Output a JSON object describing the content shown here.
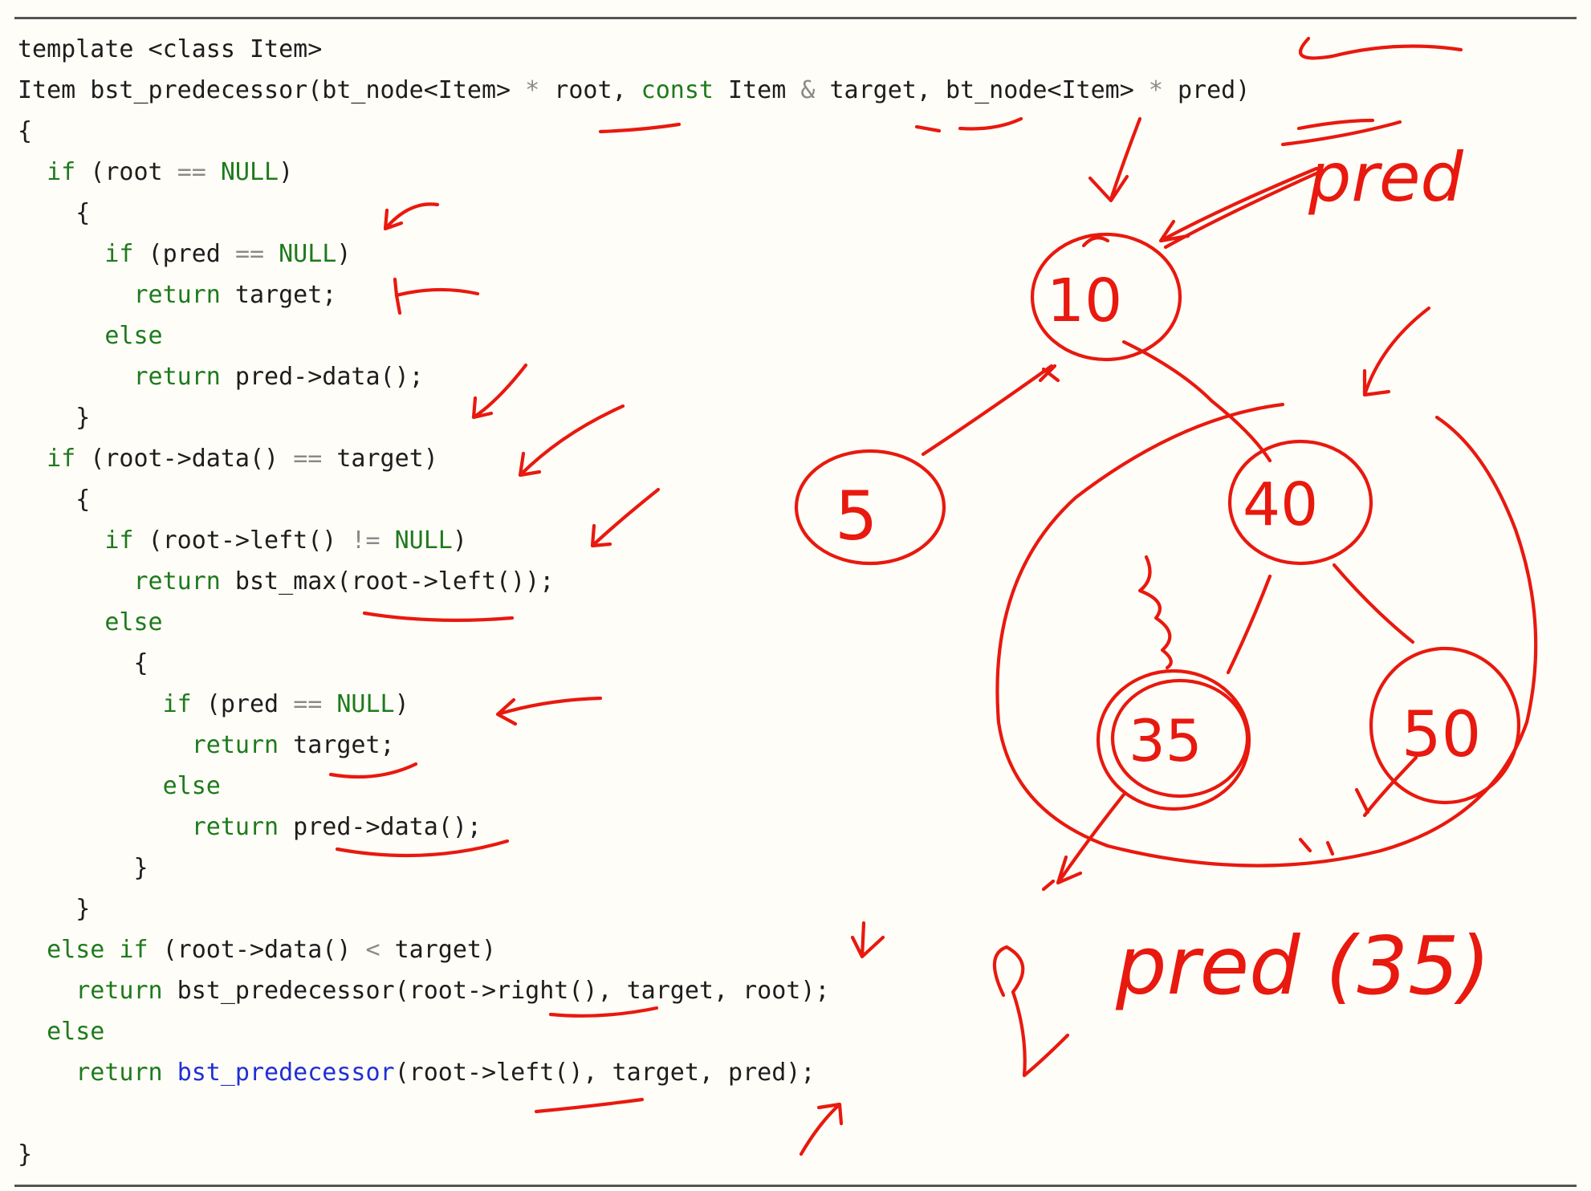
{
  "code_lines": [
    [
      {
        "t": "template <class Item>",
        "c": "tx"
      }
    ],
    [
      {
        "t": "Item bst_predecessor(bt_node<Item> ",
        "c": "tx"
      },
      {
        "t": "*",
        "c": "op"
      },
      {
        "t": " root, ",
        "c": "tx"
      },
      {
        "t": "const",
        "c": "kw"
      },
      {
        "t": " Item ",
        "c": "tx"
      },
      {
        "t": "&",
        "c": "op"
      },
      {
        "t": " target, bt_node<Item> ",
        "c": "tx"
      },
      {
        "t": "*",
        "c": "op"
      },
      {
        "t": " pred)",
        "c": "tx"
      }
    ],
    [
      {
        "t": "{",
        "c": "tx"
      }
    ],
    [
      {
        "t": "  ",
        "c": "tx"
      },
      {
        "t": "if",
        "c": "kw"
      },
      {
        "t": " (root ",
        "c": "tx"
      },
      {
        "t": "==",
        "c": "op"
      },
      {
        "t": " ",
        "c": "tx"
      },
      {
        "t": "NULL",
        "c": "kw"
      },
      {
        "t": ")",
        "c": "tx"
      }
    ],
    [
      {
        "t": "    {",
        "c": "tx"
      }
    ],
    [
      {
        "t": "      ",
        "c": "tx"
      },
      {
        "t": "if",
        "c": "kw"
      },
      {
        "t": " (pred ",
        "c": "tx"
      },
      {
        "t": "==",
        "c": "op"
      },
      {
        "t": " ",
        "c": "tx"
      },
      {
        "t": "NULL",
        "c": "kw"
      },
      {
        "t": ")",
        "c": "tx"
      }
    ],
    [
      {
        "t": "        ",
        "c": "tx"
      },
      {
        "t": "return",
        "c": "kw"
      },
      {
        "t": " target;",
        "c": "tx"
      }
    ],
    [
      {
        "t": "      ",
        "c": "tx"
      },
      {
        "t": "else",
        "c": "kw"
      }
    ],
    [
      {
        "t": "        ",
        "c": "tx"
      },
      {
        "t": "return",
        "c": "kw"
      },
      {
        "t": " pred->data();",
        "c": "tx"
      }
    ],
    [
      {
        "t": "    }",
        "c": "tx"
      }
    ],
    [
      {
        "t": "  ",
        "c": "tx"
      },
      {
        "t": "if",
        "c": "kw"
      },
      {
        "t": " (root->data() ",
        "c": "tx"
      },
      {
        "t": "==",
        "c": "op"
      },
      {
        "t": " target)",
        "c": "tx"
      }
    ],
    [
      {
        "t": "    {",
        "c": "tx"
      }
    ],
    [
      {
        "t": "      ",
        "c": "tx"
      },
      {
        "t": "if",
        "c": "kw"
      },
      {
        "t": " (root->left() ",
        "c": "tx"
      },
      {
        "t": "!=",
        "c": "op"
      },
      {
        "t": " ",
        "c": "tx"
      },
      {
        "t": "NULL",
        "c": "kw"
      },
      {
        "t": ")",
        "c": "tx"
      }
    ],
    [
      {
        "t": "        ",
        "c": "tx"
      },
      {
        "t": "return",
        "c": "kw"
      },
      {
        "t": " bst_max(root->left());",
        "c": "tx"
      }
    ],
    [
      {
        "t": "      ",
        "c": "tx"
      },
      {
        "t": "else",
        "c": "kw"
      }
    ],
    [
      {
        "t": "        {",
        "c": "tx"
      }
    ],
    [
      {
        "t": "          ",
        "c": "tx"
      },
      {
        "t": "if",
        "c": "kw"
      },
      {
        "t": " (pred ",
        "c": "tx"
      },
      {
        "t": "==",
        "c": "op"
      },
      {
        "t": " ",
        "c": "tx"
      },
      {
        "t": "NULL",
        "c": "kw"
      },
      {
        "t": ")",
        "c": "tx"
      }
    ],
    [
      {
        "t": "            ",
        "c": "tx"
      },
      {
        "t": "return",
        "c": "kw"
      },
      {
        "t": " target;",
        "c": "tx"
      }
    ],
    [
      {
        "t": "          ",
        "c": "tx"
      },
      {
        "t": "else",
        "c": "kw"
      }
    ],
    [
      {
        "t": "            ",
        "c": "tx"
      },
      {
        "t": "return",
        "c": "kw"
      },
      {
        "t": " pred->data();",
        "c": "tx"
      }
    ],
    [
      {
        "t": "        }",
        "c": "tx"
      }
    ],
    [
      {
        "t": "    }",
        "c": "tx"
      }
    ],
    [
      {
        "t": "  ",
        "c": "tx"
      },
      {
        "t": "else if",
        "c": "kw"
      },
      {
        "t": " (root->data() ",
        "c": "tx"
      },
      {
        "t": "<",
        "c": "op"
      },
      {
        "t": " target)",
        "c": "tx"
      }
    ],
    [
      {
        "t": "    ",
        "c": "tx"
      },
      {
        "t": "return",
        "c": "kw"
      },
      {
        "t": " bst_predecessor(root->right(), target, root);",
        "c": "tx"
      }
    ],
    [
      {
        "t": "  ",
        "c": "tx"
      },
      {
        "t": "else",
        "c": "kw"
      }
    ],
    [
      {
        "t": "    ",
        "c": "tx"
      },
      {
        "t": "return",
        "c": "kw"
      },
      {
        "t": " ",
        "c": "tx"
      },
      {
        "t": "bst_predecessor",
        "c": "fn"
      },
      {
        "t": "(root->left(), target, pred);",
        "c": "tx"
      }
    ],
    [
      {
        "t": "",
        "c": "tx"
      }
    ],
    [
      {
        "t": "}",
        "c": "tx"
      }
    ]
  ],
  "annotations": {
    "pred_label": "pred",
    "pred_result": "pred (35)",
    "tree_nodes": {
      "n10": "10",
      "n5": "5",
      "n40": "40",
      "n35": "35",
      "n50": "50"
    }
  },
  "colors": {
    "ink": "#e8190f",
    "keyword": "#1e7a1e",
    "function": "#1e2fd6",
    "text": "#1d1d1d",
    "operator": "#8a8a8a",
    "background": "#fffdf7"
  }
}
